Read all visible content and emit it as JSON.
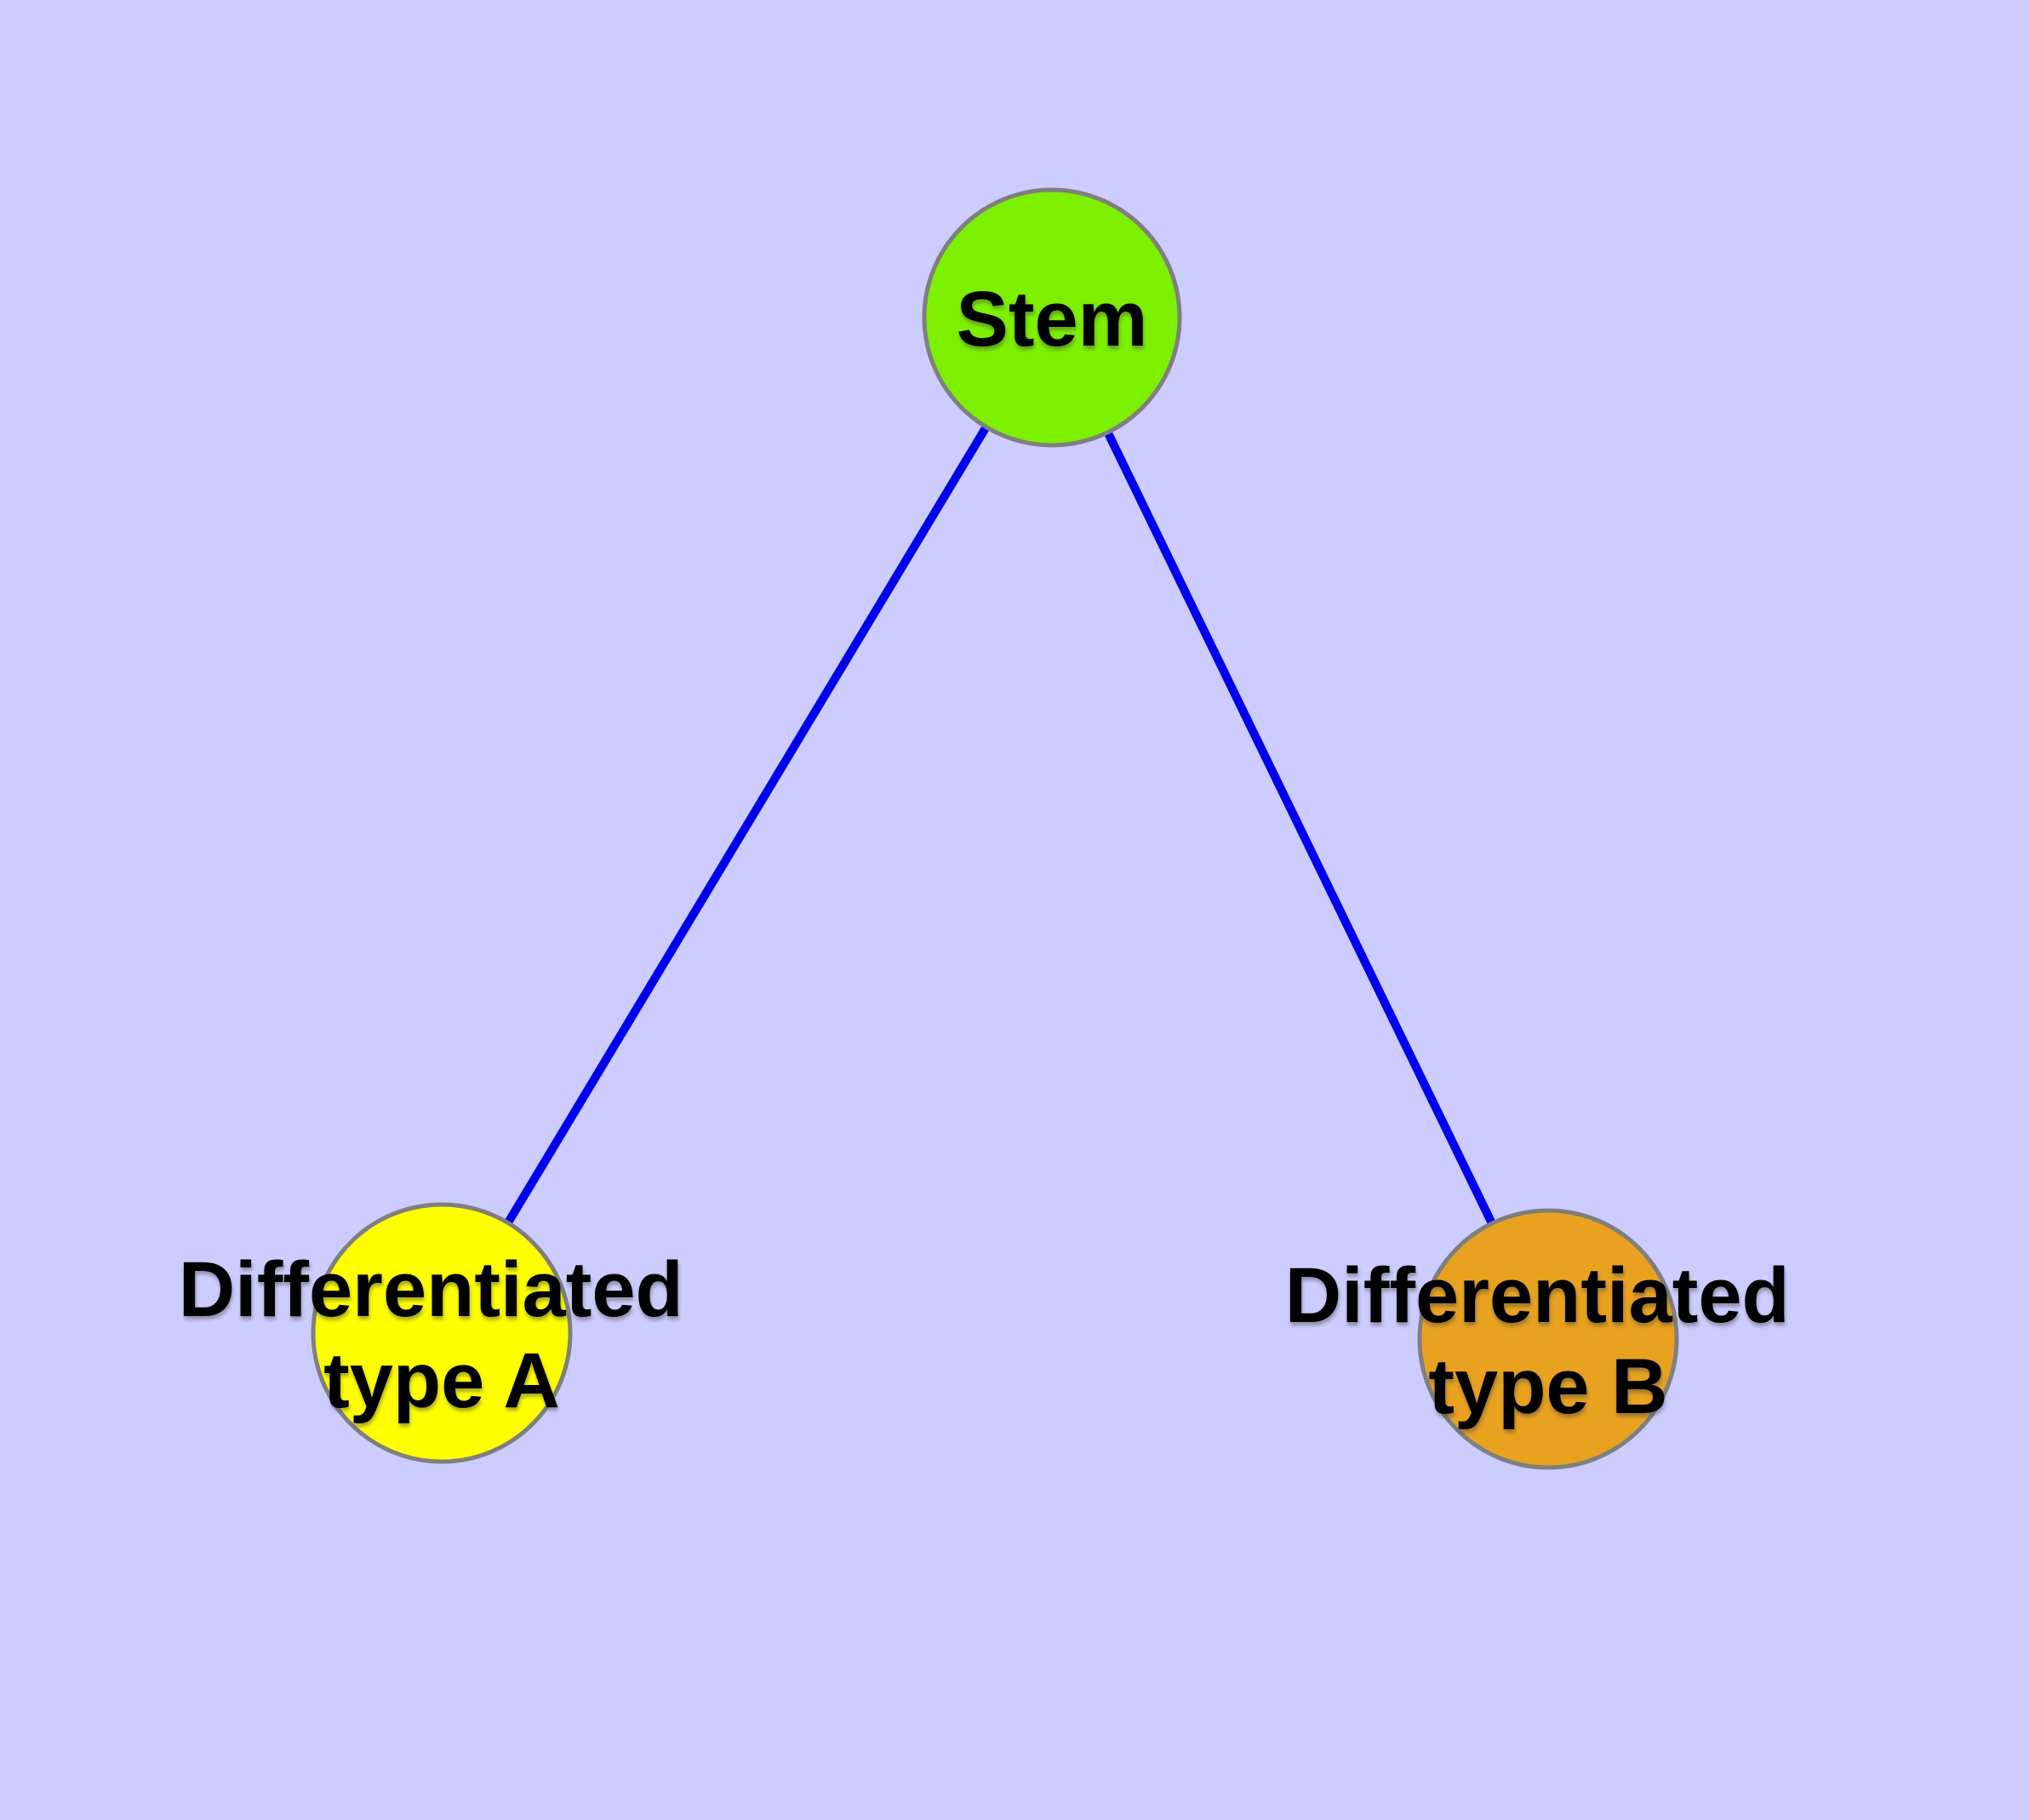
{
  "diagram": {
    "background_color": "#CCCCFF",
    "edge_color": "#0000EE",
    "edge_width": "10",
    "node_border_color": "#7F7F7F",
    "nodes": [
      {
        "id": "stem",
        "label": "Stem",
        "fill": "#7DF000"
      },
      {
        "id": "differentiated-type-a",
        "label": "Differentiated type A",
        "line1": "Differentiated",
        "line2": "type A",
        "fill": "#FFFF00"
      },
      {
        "id": "differentiated-type-b",
        "label": "Differentiated type B",
        "line1": "Differentiated",
        "line2": "type B",
        "fill": "#E8A21F"
      }
    ],
    "edges": [
      {
        "from": "Stem",
        "to": "Differentiated type A"
      },
      {
        "from": "Stem",
        "to": "Differentiated type B"
      }
    ]
  }
}
